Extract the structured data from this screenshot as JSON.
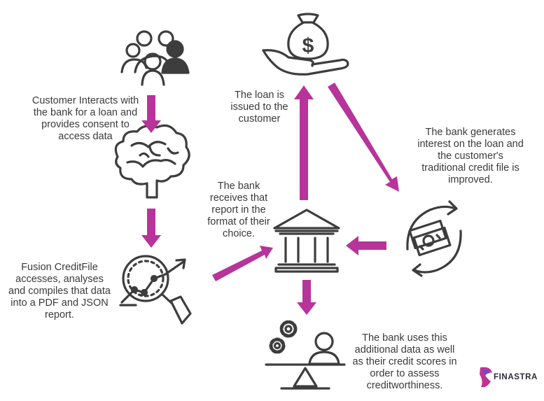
{
  "colors": {
    "arrow": "#b7349b",
    "icon": "#3d3d3d",
    "text": "#3a3a3a"
  },
  "labels": {
    "customer": [
      "Customer Interacts with",
      "the bank for a loan and",
      "provides consent to",
      "access data"
    ],
    "loan": [
      "The loan is",
      "issued to the",
      "customer"
    ],
    "interest": [
      "The bank generates",
      "interest on the loan and",
      "the customer's",
      "traditional credit file is",
      "improved."
    ],
    "receives": [
      "The bank",
      "receives that",
      "report in the",
      "format of their",
      "choice."
    ],
    "fusion": [
      "Fusion CreditFile",
      "accesses, analyses",
      "and compiles that data",
      "into a PDF and JSON",
      "report."
    ],
    "uses": [
      "The bank uses this",
      "additional data as well",
      "as their credit scores in",
      "order to assess",
      "creditworthiness."
    ]
  },
  "icons": [
    "people-group-icon",
    "brain-icon",
    "analytics-magnifier-icon",
    "bank-icon",
    "money-hand-icon",
    "money-cycle-icon",
    "gears-scale-icon"
  ],
  "brand": {
    "name": "FINASTRA"
  }
}
